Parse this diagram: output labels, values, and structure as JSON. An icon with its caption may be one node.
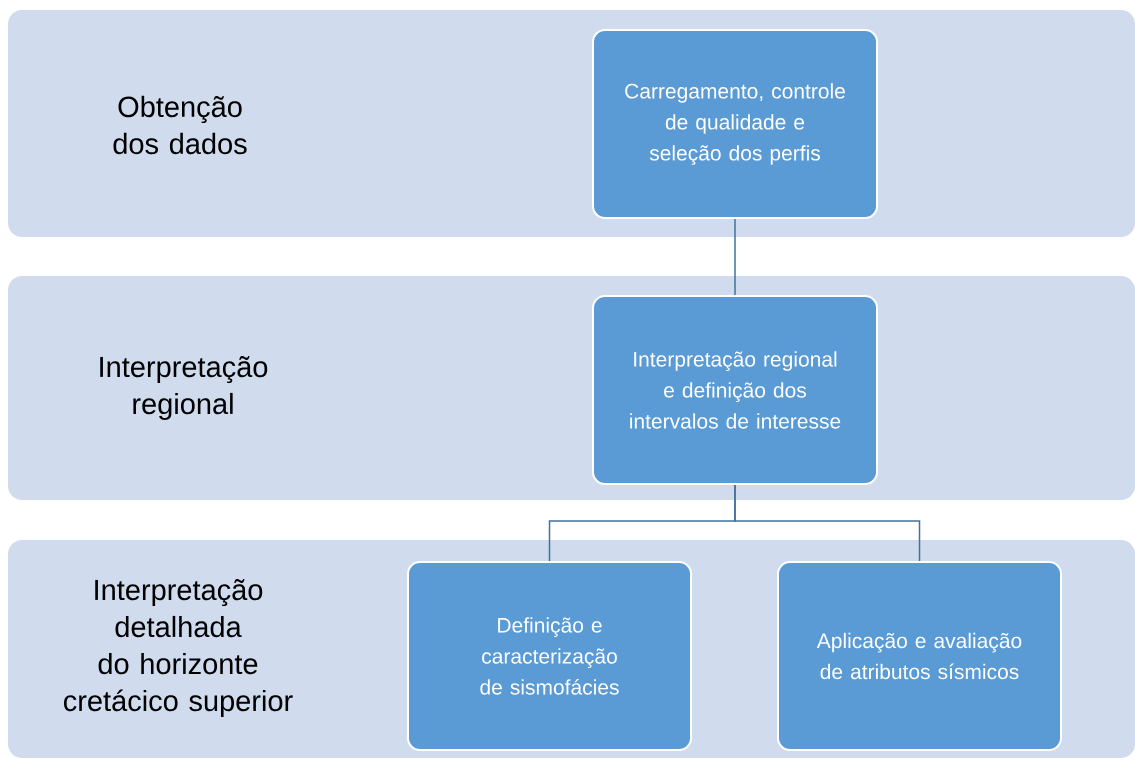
{
  "diagram": {
    "nodes": [
      {
        "text": [
          "Obtenção dos dados"
        ]
      },
      {
        "text": [
          "Carregamento, controle de qualidade e seleção dos perfis"
        ],
        "in": 0
      },
      {
        "text": [
          "Interpretação regional"
        ]
      },
      {
        "text": [
          "Interpretação regional e definição dos intervalos de interesse"
        ],
        "in": 2
      },
      {
        "text": [
          "Interpretação detalhada do horizonte cretácico superior"
        ]
      },
      {
        "text": [
          "Definição e caracterização de sismofácies"
        ],
        "in": 4
      },
      {
        "text": [
          "Aplicação e avaliação de atributos sísmicos"
        ],
        "in": 4
      }
    ],
    "edges": [
      {
        "from": 1,
        "to": 3,
        "arrow": "none"
      },
      {
        "from": 3,
        "to": 5,
        "arrow": "none"
      },
      {
        "from": 3,
        "to": 6,
        "arrow": "none"
      }
    ]
  }
}
